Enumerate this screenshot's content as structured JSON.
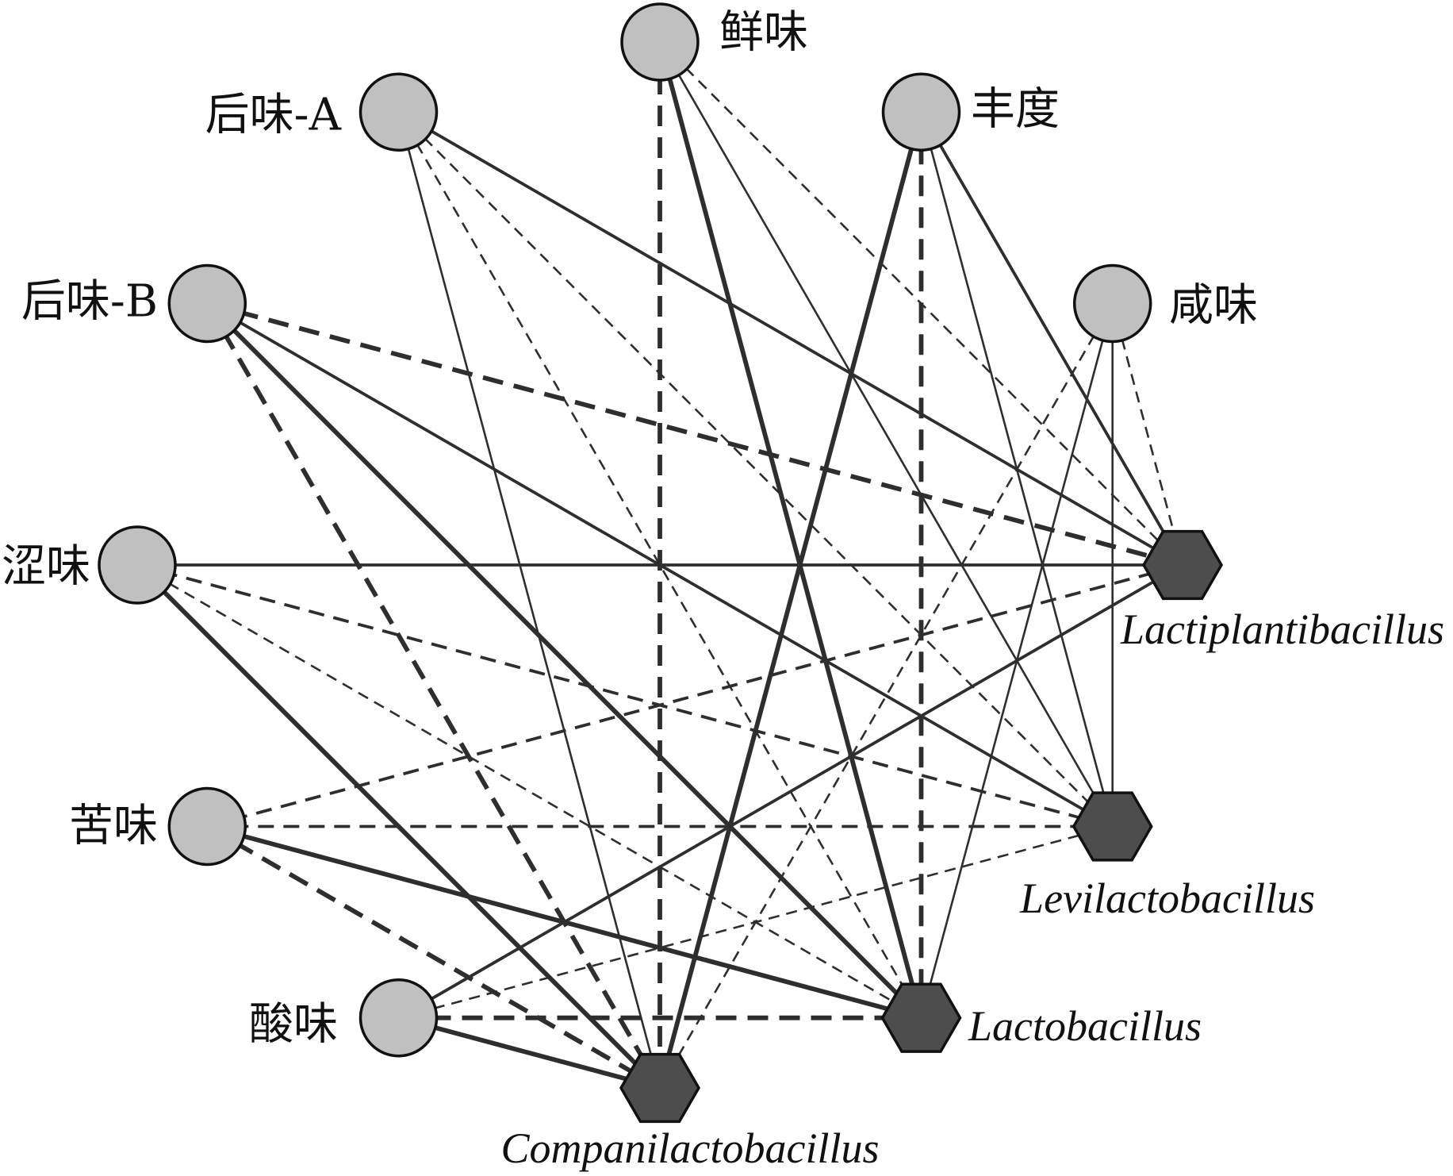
{
  "colors": {
    "background": "#ffffff",
    "taste_node_fill": "#c0c0c0",
    "genus_node_fill": "#4d4d4d",
    "node_outline": "#111111",
    "edge": "#2e2e2e",
    "label_text": "#111111"
  },
  "taste_nodes": [
    {
      "label": "鲜味",
      "links": [
        {
          "dashed": true,
          "weight": 1
        },
        {
          "dashed": false,
          "weight": 1
        },
        {
          "dashed": false,
          "weight": 3
        },
        {
          "dashed": true,
          "weight": 3
        }
      ]
    },
    {
      "label": "丰度",
      "links": [
        {
          "dashed": false,
          "weight": 2
        },
        {
          "dashed": false,
          "weight": 1
        },
        {
          "dashed": true,
          "weight": 3
        },
        {
          "dashed": false,
          "weight": 3
        }
      ]
    },
    {
      "label": "咸味",
      "links": [
        {
          "dashed": true,
          "weight": 1
        },
        {
          "dashed": false,
          "weight": 1
        },
        {
          "dashed": false,
          "weight": 1
        },
        {
          "dashed": true,
          "weight": 1
        }
      ]
    },
    {
      "label": "后味-A",
      "links": [
        {
          "dashed": false,
          "weight": 2
        },
        {
          "dashed": true,
          "weight": 1
        },
        {
          "dashed": true,
          "weight": 1
        },
        {
          "dashed": false,
          "weight": 1
        }
      ]
    },
    {
      "label": "后味-B",
      "links": [
        {
          "dashed": true,
          "weight": 3
        },
        {
          "dashed": false,
          "weight": 2
        },
        {
          "dashed": false,
          "weight": 3
        },
        {
          "dashed": true,
          "weight": 3
        }
      ]
    },
    {
      "label": "涩味",
      "links": [
        {
          "dashed": false,
          "weight": 2
        },
        {
          "dashed": true,
          "weight": 2
        },
        {
          "dashed": true,
          "weight": 1
        },
        {
          "dashed": false,
          "weight": 3
        }
      ]
    },
    {
      "label": "苦味",
      "links": [
        {
          "dashed": true,
          "weight": 2
        },
        {
          "dashed": true,
          "weight": 2
        },
        {
          "dashed": false,
          "weight": 3
        },
        {
          "dashed": true,
          "weight": 3
        }
      ]
    },
    {
      "label": "酸味",
      "links": [
        {
          "dashed": false,
          "weight": 2
        },
        {
          "dashed": true,
          "weight": 1
        },
        {
          "dashed": true,
          "weight": 3
        },
        {
          "dashed": false,
          "weight": 3
        }
      ]
    }
  ],
  "genus_nodes": [
    {
      "label": "Lactiplantibacillus"
    },
    {
      "label": "Levilactobacillus"
    },
    {
      "label": "Lactobacillus"
    },
    {
      "label": "Companilactobacillus"
    }
  ]
}
